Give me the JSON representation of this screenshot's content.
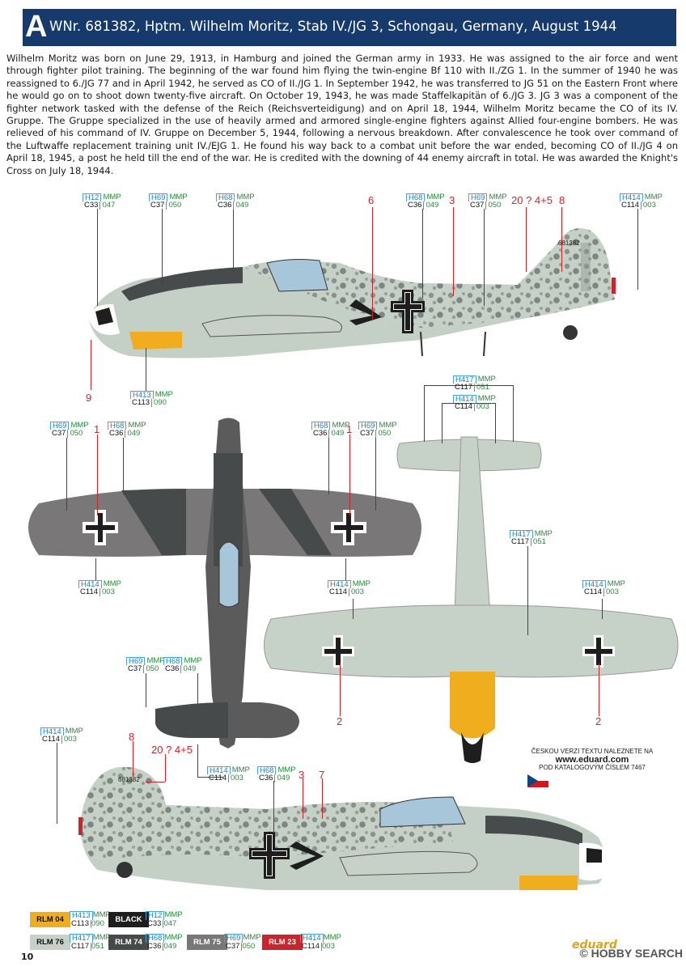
{
  "header": {
    "letter": "A",
    "title": "WNr. 681382, Hptm. Wilhelm Moritz, Stab IV./JG 3, Schongau, Germany, August 1944"
  },
  "body_text": "Wilhelm Moritz was born on June 29, 1913, in Hamburg and joined the German army in 1933. He was assigned to the air force and went through fighter pilot training. The beginning of the war found him flying the twin-engine Bf 110 with II./ZG 1. In the summer of 1940 he was reassigned to 6./JG 77 and in April 1942, he served as CO of II./JG 1. In September 1942, he was transferred to JG 51 on the Eastern Front where he would go on to shoot down twenty-five aircraft. On October 19, 1943, he was made Staffelkapitän of 6./JG 3. JG 3 was a component of the fighter network tasked with the defense of the Reich (Reichsverteidigung) and on April 18, 1944, Wilhelm Moritz became the CO of its IV. Gruppe. The Gruppe specialized in the use of heavily armed and armored single-engine fighters against Allied four-engine bombers. He was relieved of his command of IV. Gruppe on December 5, 1944, following a nervous breakdown. After convalescence he took over command of the Luftwaffe replacement training unit IV./EJG 1. He found his way back to a combat unit before the war ended, becoming CO of II./JG 4 on April 18, 1945, a post he held till the end of the war. He is credited with the downing of 44 enemy aircraft in total. He was awarded the Knight's Cross on July 18, 1944.",
  "aircraft_markings": {
    "serial_top": "681382",
    "serial_bottom": "681382"
  },
  "callouts": {
    "t1": {
      "h": "H12",
      "m1": "MMP",
      "c": "C33",
      "m2": "047"
    },
    "t2": {
      "h": "H69",
      "m1": "MMP",
      "c": "C37",
      "m2": "050"
    },
    "t3": {
      "h": "H68",
      "m1": "MMP",
      "c": "C36",
      "m2": "049"
    },
    "t4": {
      "h": "H68",
      "m1": "MMP",
      "c": "C36",
      "m2": "049"
    },
    "t5": {
      "h": "H69",
      "m1": "MMP",
      "c": "C37",
      "m2": "050"
    },
    "t6": {
      "h": "H414",
      "m1": "MMP",
      "c": "C114",
      "m2": "003"
    },
    "t7": {
      "h": "H413",
      "m1": "MMP",
      "c": "C113",
      "m2": "090"
    },
    "m1": {
      "h": "H417",
      "m1": "MMP",
      "c": "C117",
      "m2": "051"
    },
    "m2": {
      "h": "H414",
      "m1": "MMP",
      "c": "C114",
      "m2": "003"
    },
    "w1": {
      "h": "H69",
      "m1": "MMP",
      "c": "C37",
      "m2": "050"
    },
    "w2": {
      "h": "H68",
      "m1": "MMP",
      "c": "C36",
      "m2": "049"
    },
    "w3": {
      "h": "H68",
      "m1": "MMP",
      "c": "C36",
      "m2": "049"
    },
    "w4": {
      "h": "H69",
      "m1": "MMP",
      "c": "C37",
      "m2": "050"
    },
    "w5": {
      "h": "H414",
      "m1": "MMP",
      "c": "C114",
      "m2": "003"
    },
    "w6": {
      "h": "H414",
      "m1": "MMP",
      "c": "C114",
      "m2": "003"
    },
    "w7": {
      "h": "H69",
      "m1": "MMP",
      "c": "C37",
      "m2": "050"
    },
    "w8": {
      "h": "H68",
      "m1": "MMP",
      "c": "C36",
      "m2": "049"
    },
    "u1": {
      "h": "H417",
      "m1": "MMP",
      "c": "C117",
      "m2": "051"
    },
    "u2": {
      "h": "H414",
      "m1": "MMP",
      "c": "C114",
      "m2": "003"
    },
    "u3": {
      "h": "H414",
      "m1": "MMP",
      "c": "C114",
      "m2": "003"
    },
    "b1": {
      "h": "H414",
      "m1": "MMP",
      "c": "C114",
      "m2": "003"
    },
    "b2": {
      "h": "H414",
      "m1": "MMP",
      "c": "C114",
      "m2": "003"
    },
    "b3": {
      "h": "H68",
      "m1": "MMP",
      "c": "C36",
      "m2": "049"
    }
  },
  "numbers": {
    "n6": "6",
    "n3a": "3",
    "n20a": "20 ? 4+5",
    "n8a": "8",
    "n9": "9",
    "n1a": "1",
    "n1b": "1",
    "n2a": "2",
    "n2b": "2",
    "n8b": "8",
    "n20b": "20 ? 4+5",
    "n3b": "3",
    "n7": "7"
  },
  "legend": [
    {
      "name": "RLM 04",
      "h": "H413",
      "m1": "MMP",
      "c": "C113",
      "m2": "090",
      "bg": "#f0ad1e",
      "fg": "#111111"
    },
    {
      "name": "BLACK",
      "h": "H12",
      "m1": "MMP",
      "c": "C33",
      "m2": "047",
      "bg": "#1e1e1e",
      "fg": "#ffffff"
    },
    {
      "name": "RLM 76",
      "h": "H417",
      "m1": "MMP",
      "c": "C117",
      "m2": "051",
      "bg": "#c6d2c8",
      "fg": "#111111"
    },
    {
      "name": "RLM 74",
      "h": "H68",
      "m1": "MMP",
      "c": "C36",
      "m2": "049",
      "bg": "#474a4b",
      "fg": "#ffffff"
    },
    {
      "name": "RLM 75",
      "h": "H69",
      "m1": "MMP",
      "c": "C37",
      "m2": "050",
      "bg": "#7a7778",
      "fg": "#ffffff"
    },
    {
      "name": "RLM 23",
      "h": "H414",
      "m1": "MMP",
      "c": "C114",
      "m2": "003",
      "bg": "#c8262e",
      "fg": "#ffffff"
    }
  ],
  "czech_note": {
    "line1": "ČESKOU VERZI TEXTU NALEZNETE NA",
    "url": "www.eduard.com",
    "line3": "POD KATALOGOVÝM ČÍSLEM 7467"
  },
  "page_number": "10",
  "brand": "eduard",
  "watermark": "© HOBBY SEARCH"
}
